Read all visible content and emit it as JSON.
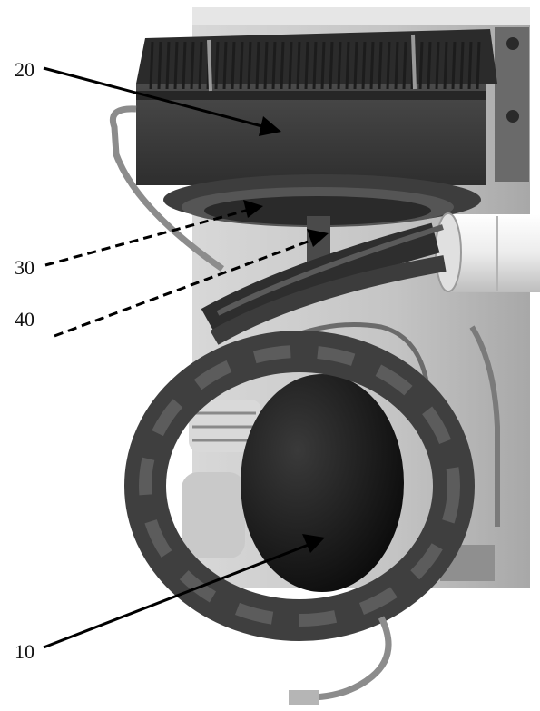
{
  "figure": {
    "labels": [
      {
        "id": "20",
        "text": "20"
      },
      {
        "id": "30",
        "text": "30"
      },
      {
        "id": "40",
        "text": "40"
      },
      {
        "id": "10",
        "text": "10"
      }
    ],
    "colors": {
      "background": "#ffffff",
      "panel": "#c9c9c9",
      "housing": "#3a3a3a",
      "ribs": "#1c1c1c",
      "hose": "#4e4e4e",
      "compressor": "#111111",
      "pipe": "#f2f2f2",
      "leader_line": "#000000"
    }
  }
}
